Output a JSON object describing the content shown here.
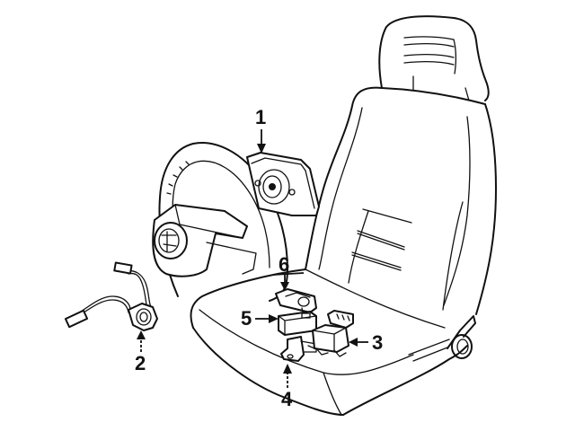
{
  "diagram": {
    "background": "#ffffff",
    "line_color": "#111111",
    "components": [
      {
        "id": "seat",
        "label": "Seat assembly (backrest, headrest, cushion, recliner knob)"
      },
      {
        "id": "steering-wheel",
        "label": "Steering wheel"
      }
    ],
    "callouts": [
      {
        "number": "1",
        "part": "airbag-module"
      },
      {
        "number": "2",
        "part": "clockspring"
      },
      {
        "number": "3",
        "part": "sensor-module"
      },
      {
        "number": "4",
        "part": "mounting-bracket"
      },
      {
        "number": "5",
        "part": "diagnostic-module"
      },
      {
        "number": "6",
        "part": "bracket-clip"
      }
    ]
  }
}
